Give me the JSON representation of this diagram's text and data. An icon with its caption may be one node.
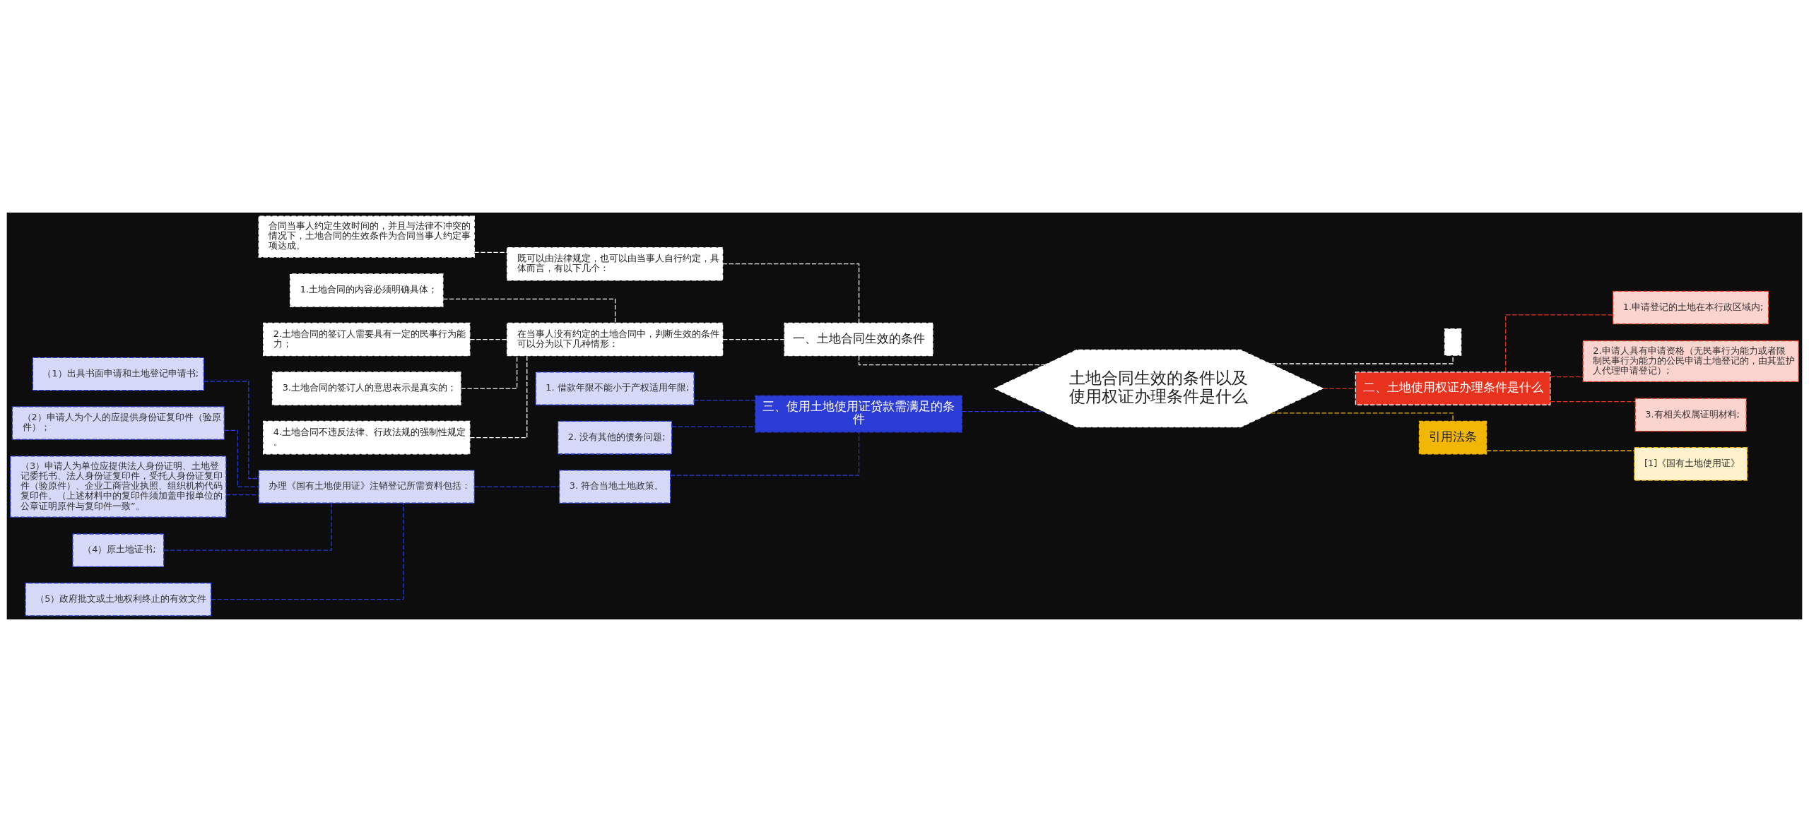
{
  "diagram": {
    "nodes": [
      {
        "text": [
          "土地合同生效的条件以及使用权证办理条件是什么"
        ]
      },
      {
        "text": [
          "一、土地合同生效的条件"
        ]
      },
      {
        "text": [
          "既可以由法律规定，也可以由当事人自行约定，具体而言，有以下几个："
        ]
      },
      {
        "text": [
          "合同当事人约定生效时间的，并且与法律不冲突的情况下，土地合同的生效条件为合同当事人约定事项达成。"
        ]
      },
      {
        "text": [
          "在当事人没有约定的土地合同中，判断生效的条件可以分为以下几种情形："
        ]
      },
      {
        "text": [
          "1.土地合同的内容必须明确具体；"
        ]
      },
      {
        "text": [
          "2.土地合同的签订人需要具有一定的民事行为能力；"
        ]
      },
      {
        "text": [
          "3.土地合同的签订人的意思表示是真实的；"
        ]
      },
      {
        "text": [
          "4.土地合同不违反法律、行政法规的强制性规定。"
        ]
      },
      {
        "text": [],
        "shape": "box"
      },
      {
        "text": [
          "二、土地使用权证办理条件是什么"
        ]
      },
      {
        "text": [
          "1.申请登记的土地在本行政区域内;"
        ]
      },
      {
        "text": [
          "2.申请人具有申请资格（无民事行为能力或者限制民事行为能力的公民申请土地登记的，由其监护人代理申请登记）;"
        ]
      },
      {
        "text": [
          "3.有相关权属证明材料;"
        ]
      },
      {
        "text": [
          "引用法条"
        ]
      },
      {
        "text": [
          "[1]《国有土地使用证》"
        ]
      },
      {
        "text": [
          "三、使用土地使用证贷款需满足的条件"
        ]
      },
      {
        "text": [
          "1. 借款年限不能小于产权适用年限;"
        ]
      },
      {
        "text": [
          "2. 没有其他的债务问题;"
        ]
      },
      {
        "text": [
          "3. 符合当地土地政策。"
        ]
      },
      {
        "text": [
          "办理《国有土地使用证》注销登记所需资料包括："
        ]
      },
      {
        "text": [
          "（1）出具书面申请和土地登记申请书;"
        ]
      },
      {
        "text": [
          "（2）申请人为个人的应提供身份证复印件（验原件）；"
        ]
      },
      {
        "text": [
          "（3）申请人为单位应提供法人身份证明、土地登记委托书、法人身份证复印件，受托人身份证复印件（验原件）、企业工商营业执照、组织机构代码复印件。（上述材料中的复印件须加盖申报单位的公章证明原件与复印件一致”。"
        ]
      },
      {
        "text": [
          "（4）原土地证书;"
        ]
      },
      {
        "text": [
          "（5）政府批文或土地权利终止的有效文件"
        ]
      }
    ],
    "edges": [
      {
        "from": 0,
        "to": 1,
        "arrow": "none",
        "style": "dashed",
        "color": "#ffffff"
      },
      {
        "from": 1,
        "to": 2,
        "arrow": "none",
        "style": "dashed",
        "color": "#ffffff"
      },
      {
        "from": 2,
        "to": 3,
        "arrow": "none",
        "style": "dashed",
        "color": "#ffffff"
      },
      {
        "from": 1,
        "to": 4,
        "arrow": "none",
        "style": "dashed",
        "color": "#ffffff"
      },
      {
        "from": 4,
        "to": 5,
        "arrow": "none",
        "style": "dashed",
        "color": "#ffffff"
      },
      {
        "from": 4,
        "to": 6,
        "arrow": "none",
        "style": "dashed",
        "color": "#ffffff"
      },
      {
        "from": 4,
        "to": 7,
        "arrow": "none",
        "style": "dashed",
        "color": "#ffffff"
      },
      {
        "from": 4,
        "to": 8,
        "arrow": "none",
        "style": "dashed",
        "color": "#ffffff"
      },
      {
        "from": 0,
        "to": 9,
        "arrow": "none",
        "style": "dashed",
        "color": "#ffffff"
      },
      {
        "from": 0,
        "to": 10,
        "arrow": "none",
        "style": "dashed",
        "color": "#e8321e"
      },
      {
        "from": 10,
        "to": 11,
        "arrow": "none",
        "style": "dashed",
        "color": "#e8321e"
      },
      {
        "from": 10,
        "to": 12,
        "arrow": "none",
        "style": "dashed",
        "color": "#e8321e"
      },
      {
        "from": 10,
        "to": 13,
        "arrow": "none",
        "style": "dashed",
        "color": "#e8321e"
      },
      {
        "from": 0,
        "to": 14,
        "arrow": "none",
        "style": "dashed",
        "color": "#f2b705"
      },
      {
        "from": 14,
        "to": 15,
        "arrow": "none",
        "style": "dashed",
        "color": "#f2b705"
      },
      {
        "from": 0,
        "to": 16,
        "arrow": "none",
        "style": "dashed",
        "color": "#2a3bd6"
      },
      {
        "from": 16,
        "to": 17,
        "arrow": "none",
        "style": "dashed",
        "color": "#2a3bd6"
      },
      {
        "from": 16,
        "to": 18,
        "arrow": "none",
        "style": "dashed",
        "color": "#2a3bd6"
      },
      {
        "from": 16,
        "to": 19,
        "arrow": "none",
        "style": "dashed",
        "color": "#2a3bd6"
      },
      {
        "from": 19,
        "to": 20,
        "arrow": "none",
        "style": "dashed",
        "color": "#2a3bd6"
      },
      {
        "from": 20,
        "to": 21,
        "arrow": "none",
        "style": "dashed",
        "color": "#2a3bd6"
      },
      {
        "from": 20,
        "to": 22,
        "arrow": "none",
        "style": "dashed",
        "color": "#2a3bd6"
      },
      {
        "from": 20,
        "to": 23,
        "arrow": "none",
        "style": "dashed",
        "color": "#2a3bd6"
      },
      {
        "from": 20,
        "to": 24,
        "arrow": "none",
        "style": "dashed",
        "color": "#2a3bd6"
      },
      {
        "from": 20,
        "to": 25,
        "arrow": "none",
        "style": "dashed",
        "color": "#2a3bd6"
      }
    ]
  }
}
